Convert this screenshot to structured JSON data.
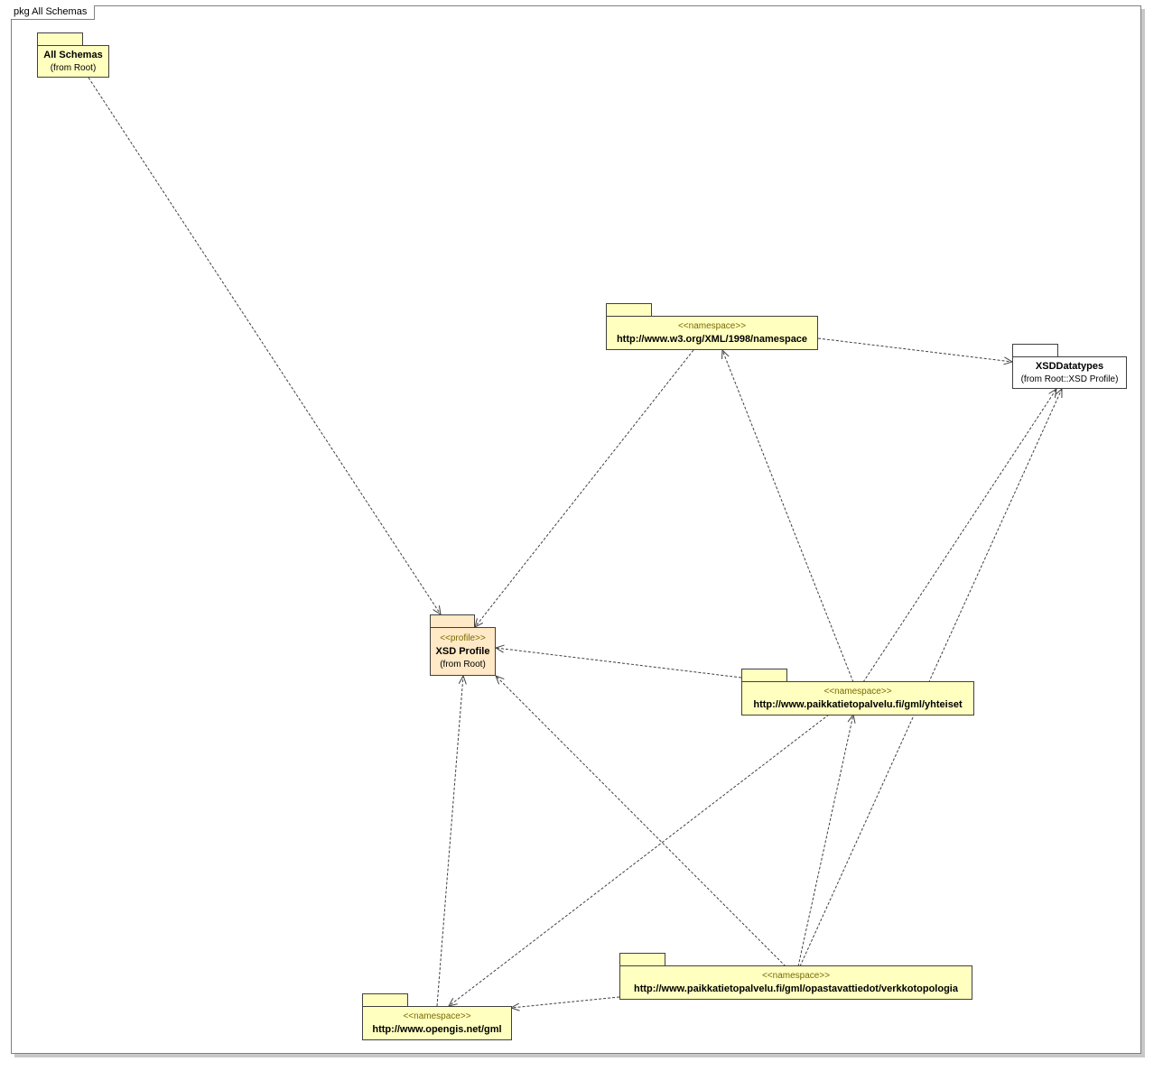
{
  "frame": {
    "title": "pkg All Schemas"
  },
  "packages": {
    "all_schemas": {
      "name": "All Schemas",
      "from": "(from Root)"
    },
    "xsd_profile": {
      "stereotype": "<<profile>>",
      "name": "XSD Profile",
      "from": "(from Root)"
    },
    "xml_namespace": {
      "stereotype": "<<namespace>>",
      "name": "http://www.w3.org/XML/1998/namespace"
    },
    "xsd_datatypes": {
      "name": "XSDDatatypes",
      "from": "(from Root::XSD Profile)"
    },
    "yhteiset": {
      "stereotype": "<<namespace>>",
      "name": "http://www.paikkatietopalvelu.fi/gml/yhteiset"
    },
    "verkkotopologia": {
      "stereotype": "<<namespace>>",
      "name": "http://www.paikkatietopalvelu.fi/gml/opastavattiedot/verkkotopologia"
    },
    "gml": {
      "stereotype": "<<namespace>>",
      "name": "http://www.opengis.net/gml"
    }
  },
  "colors": {
    "package_fill": "#ffffc0",
    "profile_fill": "#ffe9c6",
    "datatype_fill": "#ffffff",
    "stereotype_text": "#7a6a00",
    "edge": "#404040"
  },
  "dependencies": [
    {
      "from": "all_schemas",
      "to": "xsd_profile"
    },
    {
      "from": "xml_namespace",
      "to": "xsd_profile"
    },
    {
      "from": "xml_namespace",
      "to": "xsd_datatypes"
    },
    {
      "from": "yhteiset",
      "to": "xsd_profile"
    },
    {
      "from": "yhteiset",
      "to": "xml_namespace"
    },
    {
      "from": "yhteiset",
      "to": "xsd_datatypes"
    },
    {
      "from": "yhteiset",
      "to": "gml"
    },
    {
      "from": "verkkotopologia",
      "to": "xsd_profile"
    },
    {
      "from": "verkkotopologia",
      "to": "yhteiset"
    },
    {
      "from": "verkkotopologia",
      "to": "xsd_datatypes"
    },
    {
      "from": "verkkotopologia",
      "to": "gml"
    },
    {
      "from": "gml",
      "to": "xsd_profile"
    }
  ]
}
